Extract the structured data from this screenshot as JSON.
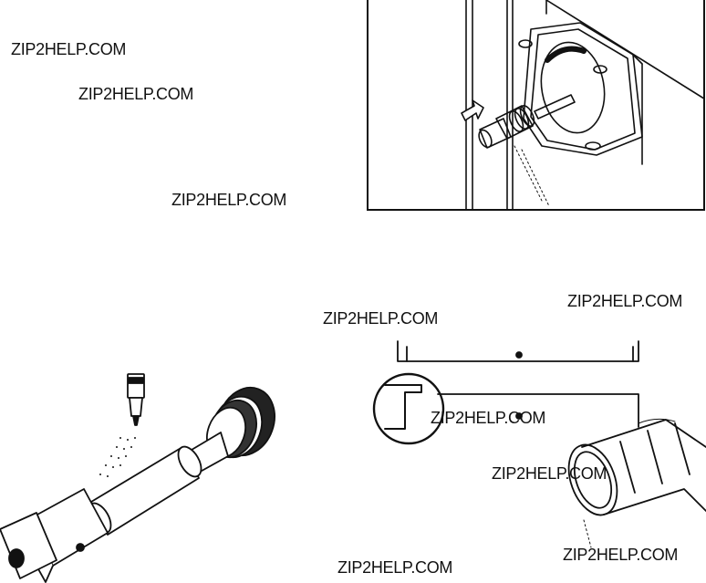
{
  "watermark_text": "ZIP2HELP.COM",
  "watermarks": [
    {
      "id": "wm-1",
      "text": "ZIP2HELP.COM"
    },
    {
      "id": "wm-2",
      "text": "ZIP2HELP.COM"
    },
    {
      "id": "wm-3",
      "text": "ZIP2HELP.COM"
    },
    {
      "id": "wm-4",
      "text": "ZIP2HELP.COM"
    },
    {
      "id": "wm-5",
      "text": "ZIP2HELP.COM"
    },
    {
      "id": "wm-6",
      "text": "ZIP2HELP.COM"
    },
    {
      "id": "wm-7",
      "text": "ZIP2HELP.COM"
    },
    {
      "id": "wm-8",
      "text": "ZIP2HELP.COM"
    },
    {
      "id": "wm-9",
      "text": "ZIP2HELP.COM"
    }
  ],
  "figures": {
    "top_right": {
      "icon": "cartridge-insertion-illustration"
    },
    "bottom_left": {
      "icon": "cartridge-grease-illustration"
    },
    "bottom_right": {
      "icon": "cartridge-alignment-illustration"
    }
  }
}
